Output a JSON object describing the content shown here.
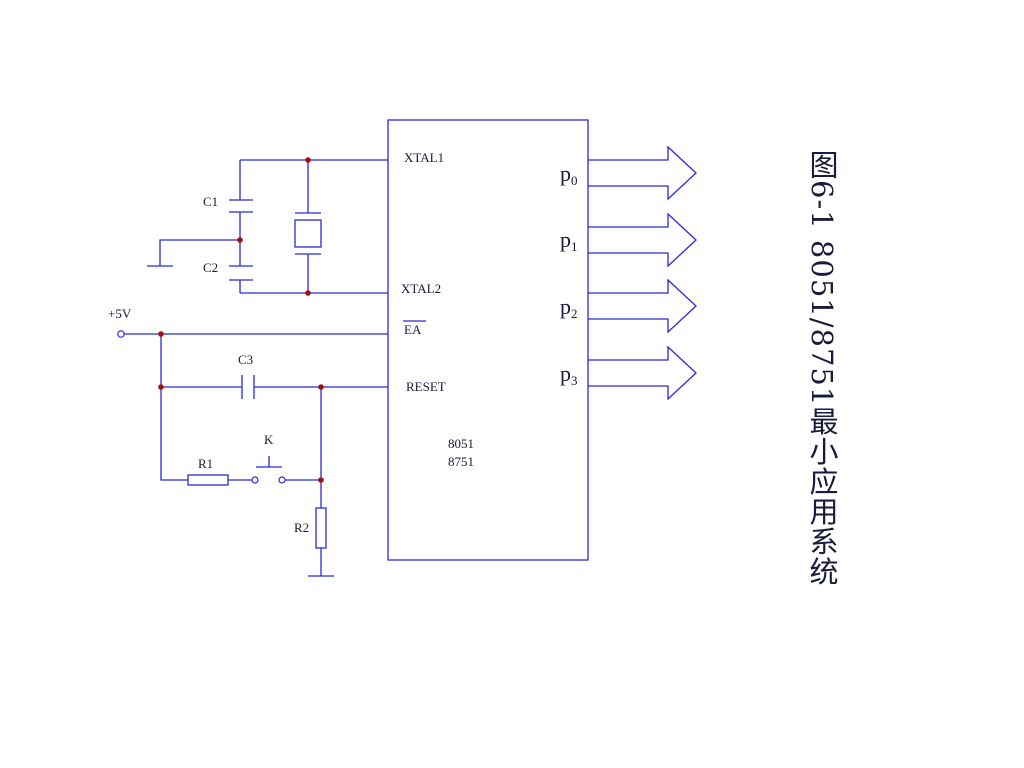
{
  "figure": {
    "caption": "图6-1  8051/8751最小应用系统"
  },
  "chip": {
    "pins": {
      "xtal1": "XTAL1",
      "xtal2": "XTAL2",
      "ea": "EA",
      "reset": "RESET"
    },
    "model_line1": "8051",
    "model_line2": "8751"
  },
  "ports": [
    {
      "letter": "p",
      "index": "0"
    },
    {
      "letter": "p",
      "index": "1"
    },
    {
      "letter": "p",
      "index": "2"
    },
    {
      "letter": "p",
      "index": "3"
    }
  ],
  "components": {
    "c1": "C1",
    "c2": "C2",
    "c3": "C3",
    "r1": "R1",
    "r2": "R2",
    "k": "K",
    "vcc": "+5V"
  },
  "colors": {
    "wire": "#2a2ad8",
    "junction": "#a01010",
    "text": "#1a1a3a"
  }
}
